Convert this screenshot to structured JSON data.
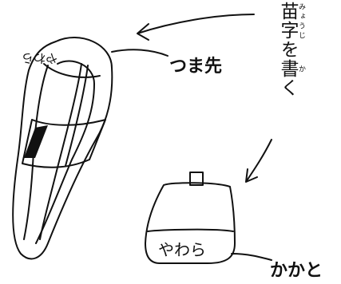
{
  "labels": {
    "toe_label": "つま先",
    "heel_label": "かかと",
    "shoe_name_toe": "やわら",
    "shoe_name_heel": "やわら"
  },
  "title": {
    "text_part1": "苗字",
    "ruby_part1": "みょうじ",
    "text_part2": "を",
    "text_part3": "書",
    "ruby_part3": "か",
    "text_part4": "く"
  }
}
